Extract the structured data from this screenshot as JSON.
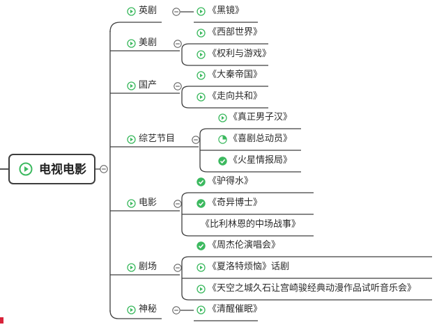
{
  "root": {
    "label": "电视电影",
    "icon": "play-icon"
  },
  "categories": [
    {
      "label": "英剧",
      "items": [
        {
          "label": "《黑镜》",
          "icon": "play"
        }
      ]
    },
    {
      "label": "美剧",
      "items": [
        {
          "label": "《西部世界》",
          "icon": "play"
        },
        {
          "label": "《权利与游戏》",
          "icon": "play"
        }
      ]
    },
    {
      "label": "国产",
      "items": [
        {
          "label": "《大秦帝国》",
          "icon": "play"
        },
        {
          "label": "《走向共和》",
          "icon": "play"
        }
      ]
    },
    {
      "label": "综艺节目",
      "items": [
        {
          "label": "《真正男子汉》",
          "icon": "play"
        },
        {
          "label": "《喜剧总动员》",
          "icon": "progress",
          "progress": 0.25
        },
        {
          "label": "《火星情报局》",
          "icon": "check"
        }
      ]
    },
    {
      "label": "电影",
      "items": [
        {
          "label": "《驴得水》",
          "icon": "check"
        },
        {
          "label": "《奇异博士》",
          "icon": "check"
        },
        {
          "label": "《比利林恩的中场战事》",
          "icon": "none"
        }
      ]
    },
    {
      "label": "剧场",
      "items": [
        {
          "label": "《周杰伦演唱会》",
          "icon": "check"
        },
        {
          "label": "《夏洛特烦恼》话剧",
          "icon": "play"
        },
        {
          "label": "《天空之城久石让宫崎骏经典动漫作品试听音乐会》",
          "icon": "play"
        }
      ]
    },
    {
      "label": "神秘",
      "items": [
        {
          "label": "《清醒催眠》",
          "icon": "play"
        }
      ]
    }
  ],
  "colors": {
    "accent": "#3cb95f",
    "line": "#3d3d3d",
    "text": "#2a2a2a",
    "edge_mark": "#d8233a"
  }
}
